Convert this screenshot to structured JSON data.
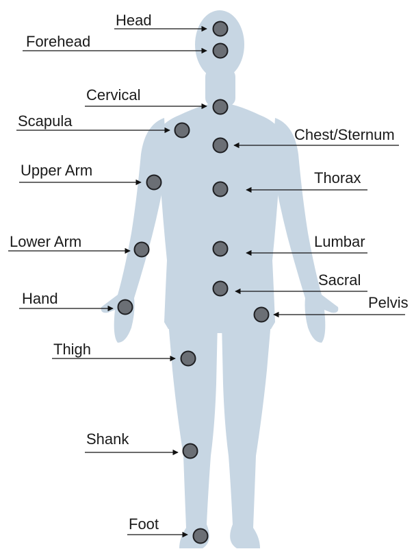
{
  "colors": {
    "silhouette": "#c7d6e3",
    "marker_fill": "#6b6f75",
    "marker_stroke": "#1e1f22",
    "text": "#1a1a1a",
    "line": "#111111"
  },
  "markers": [
    {
      "id": "head",
      "label": "Head",
      "side": "left"
    },
    {
      "id": "forehead",
      "label": "Forehead",
      "side": "left"
    },
    {
      "id": "cervical",
      "label": "Cervical",
      "side": "left"
    },
    {
      "id": "scapula",
      "label": "Scapula",
      "side": "left"
    },
    {
      "id": "chest-sternum",
      "label": "Chest/Sternum",
      "side": "right"
    },
    {
      "id": "upper-arm",
      "label": "Upper Arm",
      "side": "left"
    },
    {
      "id": "thorax",
      "label": "Thorax",
      "side": "right"
    },
    {
      "id": "lower-arm",
      "label": "Lower Arm",
      "side": "left"
    },
    {
      "id": "lumbar",
      "label": "Lumbar",
      "side": "right"
    },
    {
      "id": "sacral",
      "label": "Sacral",
      "side": "right"
    },
    {
      "id": "hand",
      "label": "Hand",
      "side": "left"
    },
    {
      "id": "pelvis",
      "label": "Pelvis",
      "side": "right"
    },
    {
      "id": "thigh",
      "label": "Thigh",
      "side": "left"
    },
    {
      "id": "shank",
      "label": "Shank",
      "side": "left"
    },
    {
      "id": "foot",
      "label": "Foot",
      "side": "left"
    }
  ]
}
